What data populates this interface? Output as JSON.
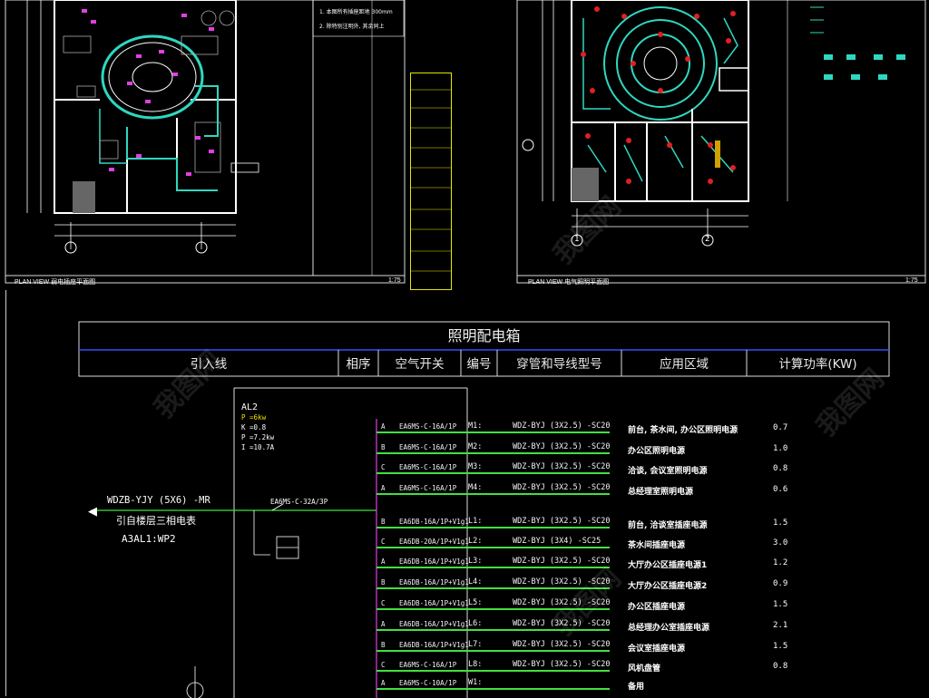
{
  "plans": {
    "left_caption": "PLAN VIEW  弱电插座平面图",
    "left_scale": "1:75",
    "right_caption": "PLAN VIEW  电气照明平面图",
    "right_scale": "1:75",
    "note_line1": "1. 本图所有插座距地 300mm",
    "note_line2": "2. 除特别注明外, 其余同上",
    "axis_1": "1",
    "axis_2": "2"
  },
  "table": {
    "title": "照明配电箱",
    "headers": [
      "引入线",
      "相序",
      "空气开关",
      "编号",
      "穿管和导线型号",
      "应用区域",
      "计算功率(KW)"
    ]
  },
  "panel": {
    "name": "AL2",
    "params": [
      "P =6kw",
      "K =0.8",
      "P =7.2kw",
      "I =10.7A"
    ],
    "incoming_cable": "WDZB-YJY (5X6) -MR",
    "incoming_from": "引自楼层三相电表",
    "incoming_ref": "A3AL1:WP2",
    "main_breaker": "EA6MS-C-32A/3P"
  },
  "circuits": [
    {
      "phase": "A",
      "breaker": "EA6MS-C-16A/1P",
      "id": "M1:",
      "cable": "WDZ-BYJ (3X2.5) -SC20",
      "area": "前台, 茶水间, 办公区照明电源",
      "power": "0.7"
    },
    {
      "phase": "B",
      "breaker": "EA6MS-C-16A/1P",
      "id": "M2:",
      "cable": "WDZ-BYJ (3X2.5) -SC20",
      "area": "办公区照明电源",
      "power": "1.0"
    },
    {
      "phase": "C",
      "breaker": "EA6MS-C-16A/1P",
      "id": "M3:",
      "cable": "WDZ-BYJ (3X2.5) -SC20",
      "area": "洽谈, 会议室照明电源",
      "power": "0.8"
    },
    {
      "phase": "A",
      "breaker": "EA6MS-C-16A/1P",
      "id": "M4:",
      "cable": "WDZ-BYJ (3X2.5) -SC20",
      "area": "总经理室照明电源",
      "power": "0.6"
    },
    {
      "phase": "B",
      "breaker": "EA6DB-16A/1P+V1g1",
      "id": "L1:",
      "cable": "WDZ-BYJ (3X2.5) -SC20",
      "area": "前台, 洽谈室插座电源",
      "power": "1.5"
    },
    {
      "phase": "C",
      "breaker": "EA6DB-20A/1P+V1g1",
      "id": "L2:",
      "cable": "WDZ-BYJ (3X4) -SC25",
      "area": "茶水间插座电源",
      "power": "3.0"
    },
    {
      "phase": "A",
      "breaker": "EA6DB-16A/1P+V1g1",
      "id": "L3:",
      "cable": "WDZ-BYJ (3X2.5) -SC20",
      "area": "大厅办公区插座电源1",
      "power": "1.2"
    },
    {
      "phase": "B",
      "breaker": "EA6DB-16A/1P+V1g1",
      "id": "L4:",
      "cable": "WDZ-BYJ (3X2.5) -SC20",
      "area": "大厅办公区插座电源2",
      "power": "0.9"
    },
    {
      "phase": "C",
      "breaker": "EA6DB-16A/1P+V1g1",
      "id": "L5:",
      "cable": "WDZ-BYJ (3X2.5) -SC20",
      "area": "办公区插座电源",
      "power": "1.5"
    },
    {
      "phase": "A",
      "breaker": "EA6DB-16A/1P+V1g1",
      "id": "L6:",
      "cable": "WDZ-BYJ (3X2.5) -SC20",
      "area": "总经理办公室插座电源",
      "power": "2.1"
    },
    {
      "phase": "B",
      "breaker": "EA6DB-16A/1P+V1g1",
      "id": "L7:",
      "cable": "WDZ-BYJ (3X2.5) -SC20",
      "area": "会议室插座电源",
      "power": "1.5"
    },
    {
      "phase": "C",
      "breaker": "EA6MS-C-16A/1P",
      "id": "L8:",
      "cable": "WDZ-BYJ (3X2.5) -SC20",
      "area": "风机盘管",
      "power": "0.8"
    },
    {
      "phase": "A",
      "breaker": "EA6MS-C-10A/1P",
      "id": "W1:",
      "cable": "",
      "area": "备用",
      "power": ""
    }
  ],
  "watermark": "我图网"
}
